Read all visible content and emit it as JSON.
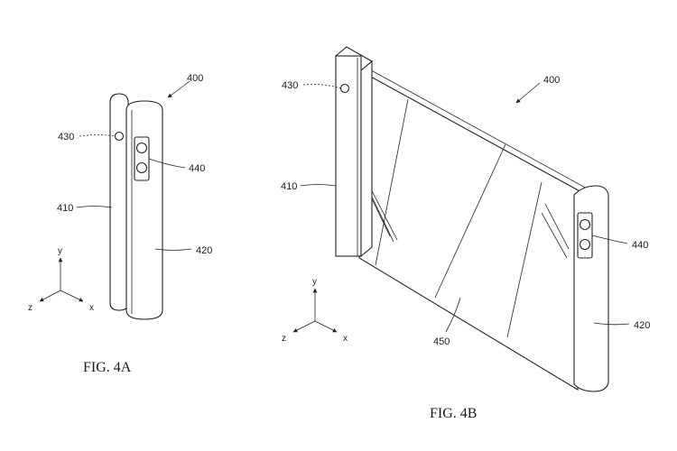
{
  "fig_a": {
    "caption": "FIG. 4A",
    "labels": {
      "ref400": "400",
      "ref430": "430",
      "ref440": "440",
      "ref410": "410",
      "ref420": "420"
    },
    "axes": {
      "y": "y",
      "z": "z",
      "x": "x"
    }
  },
  "fig_b": {
    "caption": "FIG. 4B",
    "labels": {
      "ref430": "430",
      "ref400": "400",
      "ref410": "410",
      "ref440": "440",
      "ref420": "420",
      "ref450": "450"
    },
    "axes": {
      "y": "y",
      "z": "z",
      "x": "x"
    }
  }
}
